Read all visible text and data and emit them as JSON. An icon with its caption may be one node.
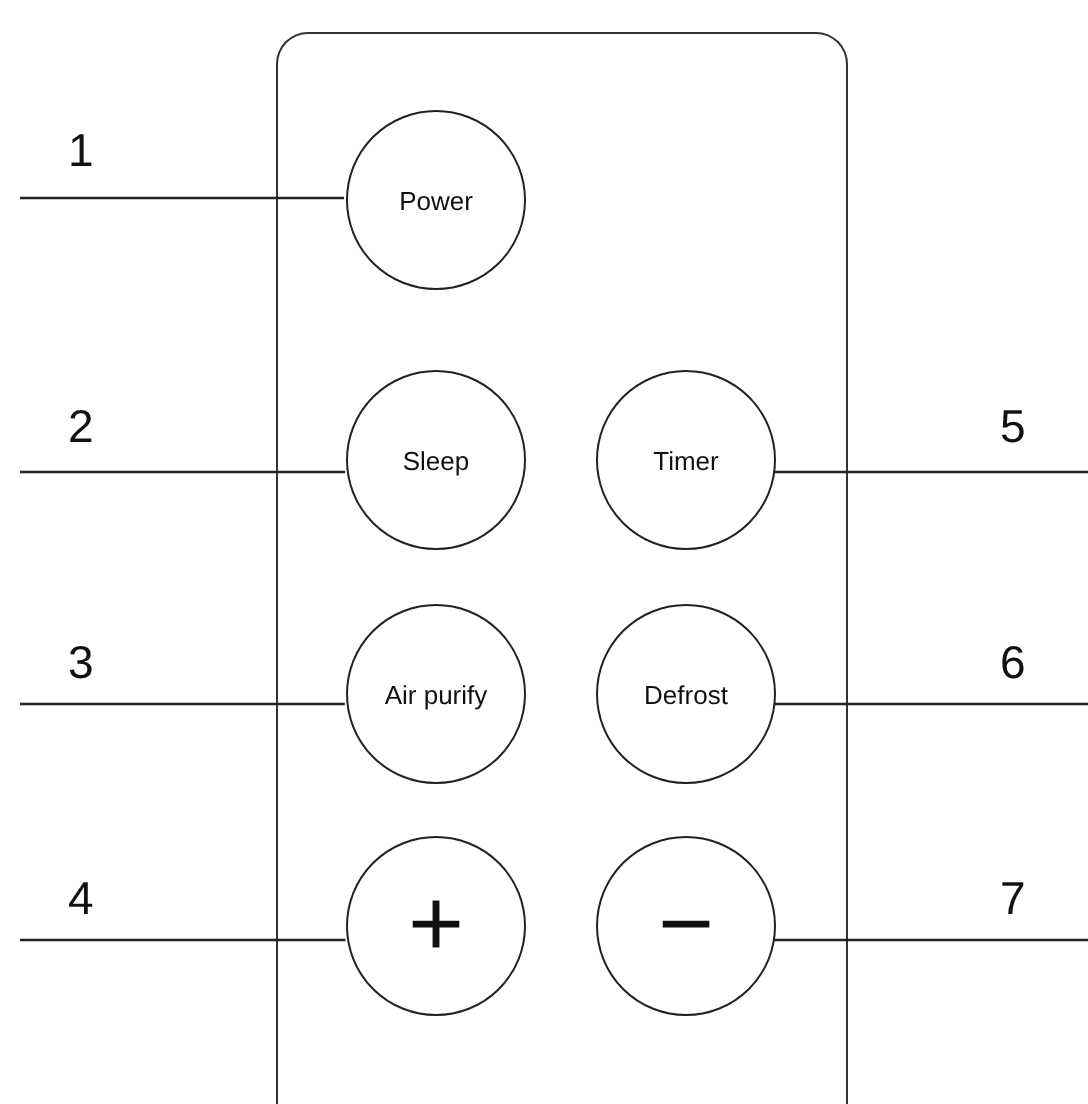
{
  "diagram": {
    "nodes": [
      {
        "text": [],
        "shape": "box"
      },
      {
        "text": [
          "Power"
        ],
        "in": 0
      },
      {
        "text": [
          "Sleep"
        ],
        "in": 0
      },
      {
        "text": [
          "Timer"
        ],
        "in": 0
      },
      {
        "text": [
          "Air purify"
        ],
        "in": 0
      },
      {
        "text": [
          "Defrost"
        ],
        "in": 0
      },
      {
        "text": [
          "+"
        ],
        "in": 0
      },
      {
        "text": [
          "−"
        ],
        "in": 0
      },
      {
        "text": [
          "1"
        ]
      },
      {
        "text": [
          "2"
        ]
      },
      {
        "text": [
          "3"
        ]
      },
      {
        "text": [
          "4"
        ]
      },
      {
        "text": [
          "5"
        ]
      },
      {
        "text": [
          "6"
        ]
      },
      {
        "text": [
          "7"
        ]
      }
    ],
    "edges": [
      {
        "from": 8,
        "to": 1,
        "arrow": "none"
      },
      {
        "from": 9,
        "to": 2,
        "arrow": "none"
      },
      {
        "from": 10,
        "to": 4,
        "arrow": "none"
      },
      {
        "from": 11,
        "to": 6,
        "arrow": "none"
      },
      {
        "from": 12,
        "to": 3,
        "arrow": "none"
      },
      {
        "from": 13,
        "to": 5,
        "arrow": "none"
      },
      {
        "from": 14,
        "to": 7,
        "arrow": "none"
      }
    ]
  }
}
